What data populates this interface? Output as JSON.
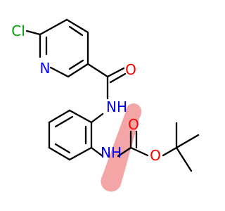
{
  "molecule": {
    "atoms": {
      "cl": {
        "label": "Cl",
        "color": "#00a000"
      },
      "n_pyridine": {
        "label": "N",
        "color": "#0000ff"
      },
      "o_amide": {
        "label": "O",
        "color": "#ff0000"
      },
      "nh_amide": {
        "label": "NH",
        "color": "#0000ff"
      },
      "nh_carbamate": {
        "label": "NH",
        "color": "#0000ff"
      },
      "o_carbonyl": {
        "label": "O",
        "color": "#ff0000"
      },
      "o_ester": {
        "label": "O",
        "color": "#ff0000"
      }
    },
    "highlight": {
      "color": "#f4a6a6"
    },
    "bond_color": "#000000"
  }
}
